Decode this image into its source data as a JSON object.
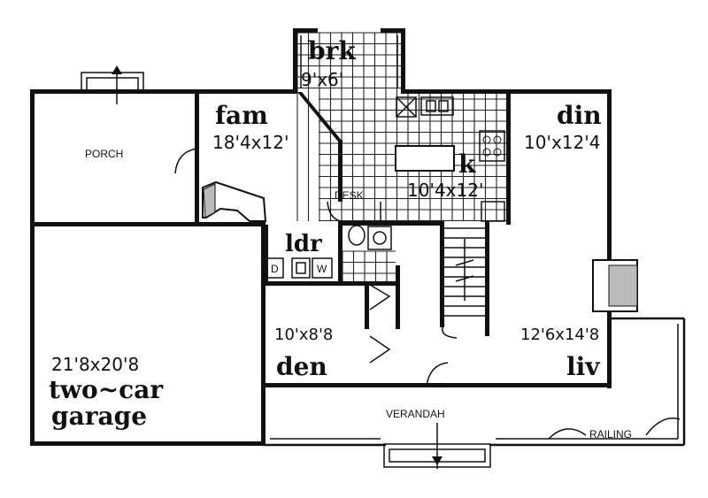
{
  "rooms": {
    "breakfast": {
      "name": "brk",
      "dims": "9'x6'"
    },
    "family": {
      "name": "fam",
      "dims": "18'4x12'"
    },
    "dining": {
      "name": "din",
      "dims": "10'x12'4"
    },
    "kitchen": {
      "name": "k",
      "dims": "10'4x12'"
    },
    "laundry": {
      "name": "ldr"
    },
    "den": {
      "name": "den",
      "dims": "10'x8'8"
    },
    "living": {
      "name": "liv",
      "dims": "12'6x14'8"
    },
    "garage": {
      "name_line1": "two~car",
      "name_line2": "garage",
      "dims": "21'8x20'8"
    }
  },
  "labels": {
    "porch": "PORCH",
    "verandah": "VERANDAH",
    "railing": "RAILING",
    "desk": "DESK",
    "dryer": "D",
    "washer": "W"
  }
}
